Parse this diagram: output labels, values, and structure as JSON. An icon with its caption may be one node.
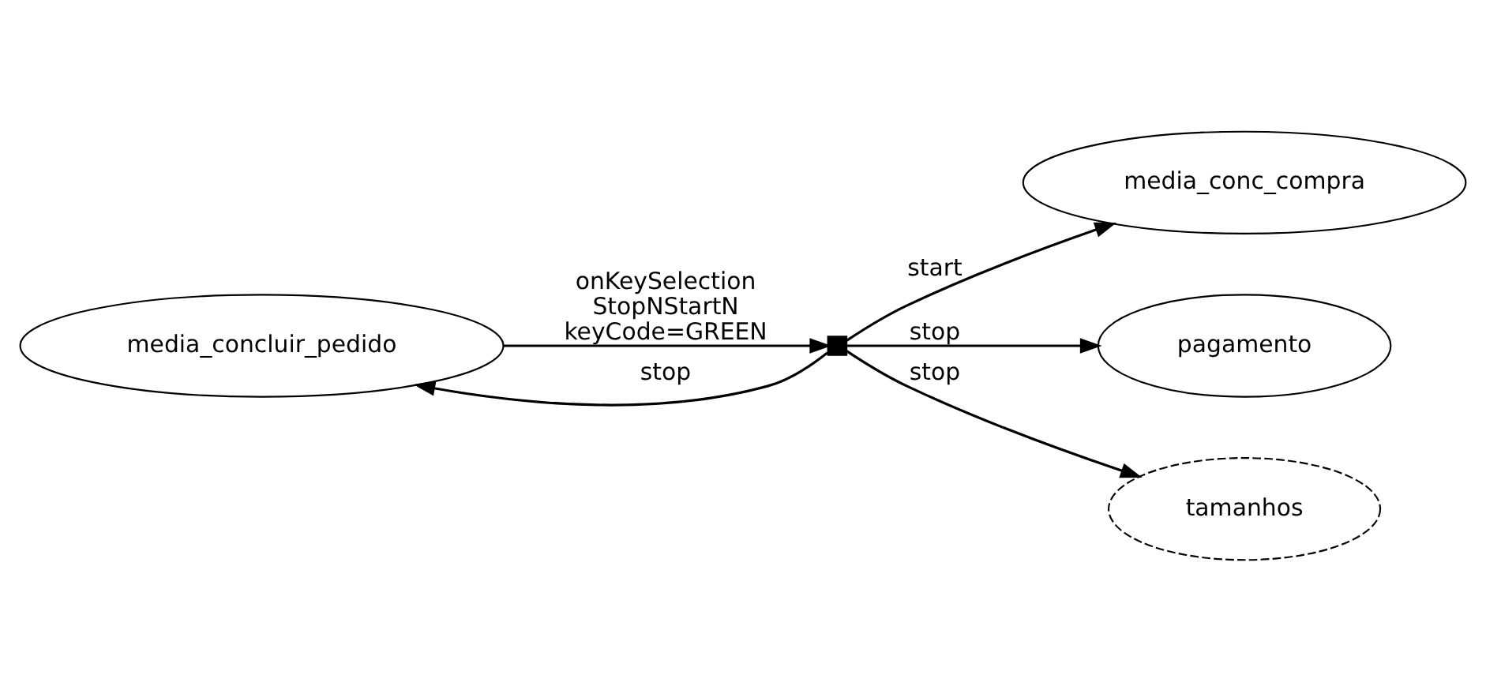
{
  "diagram": {
    "nodes": [
      {
        "text": [
          "media_concluir_pedido"
        ]
      },
      {
        "text": [
          "media_conc_compra"
        ]
      },
      {
        "text": [
          "pagamento"
        ]
      },
      {
        "text": [
          "tamanhos"
        ]
      },
      {
        "text": [],
        "shape": "box"
      }
    ],
    "edges": [
      {
        "from": 0,
        "to": 4,
        "arrow": "to",
        "label": "onKeySelection StopNStartN keyCode=GREEN"
      },
      {
        "from": 4,
        "to": 1,
        "arrow": "to",
        "label": "start"
      },
      {
        "from": 4,
        "to": 2,
        "arrow": "to",
        "label": "stop"
      },
      {
        "from": 4,
        "to": 3,
        "arrow": "to",
        "label": "stop"
      },
      {
        "from": 4,
        "to": 0,
        "arrow": "to",
        "label": "stop"
      }
    ]
  }
}
